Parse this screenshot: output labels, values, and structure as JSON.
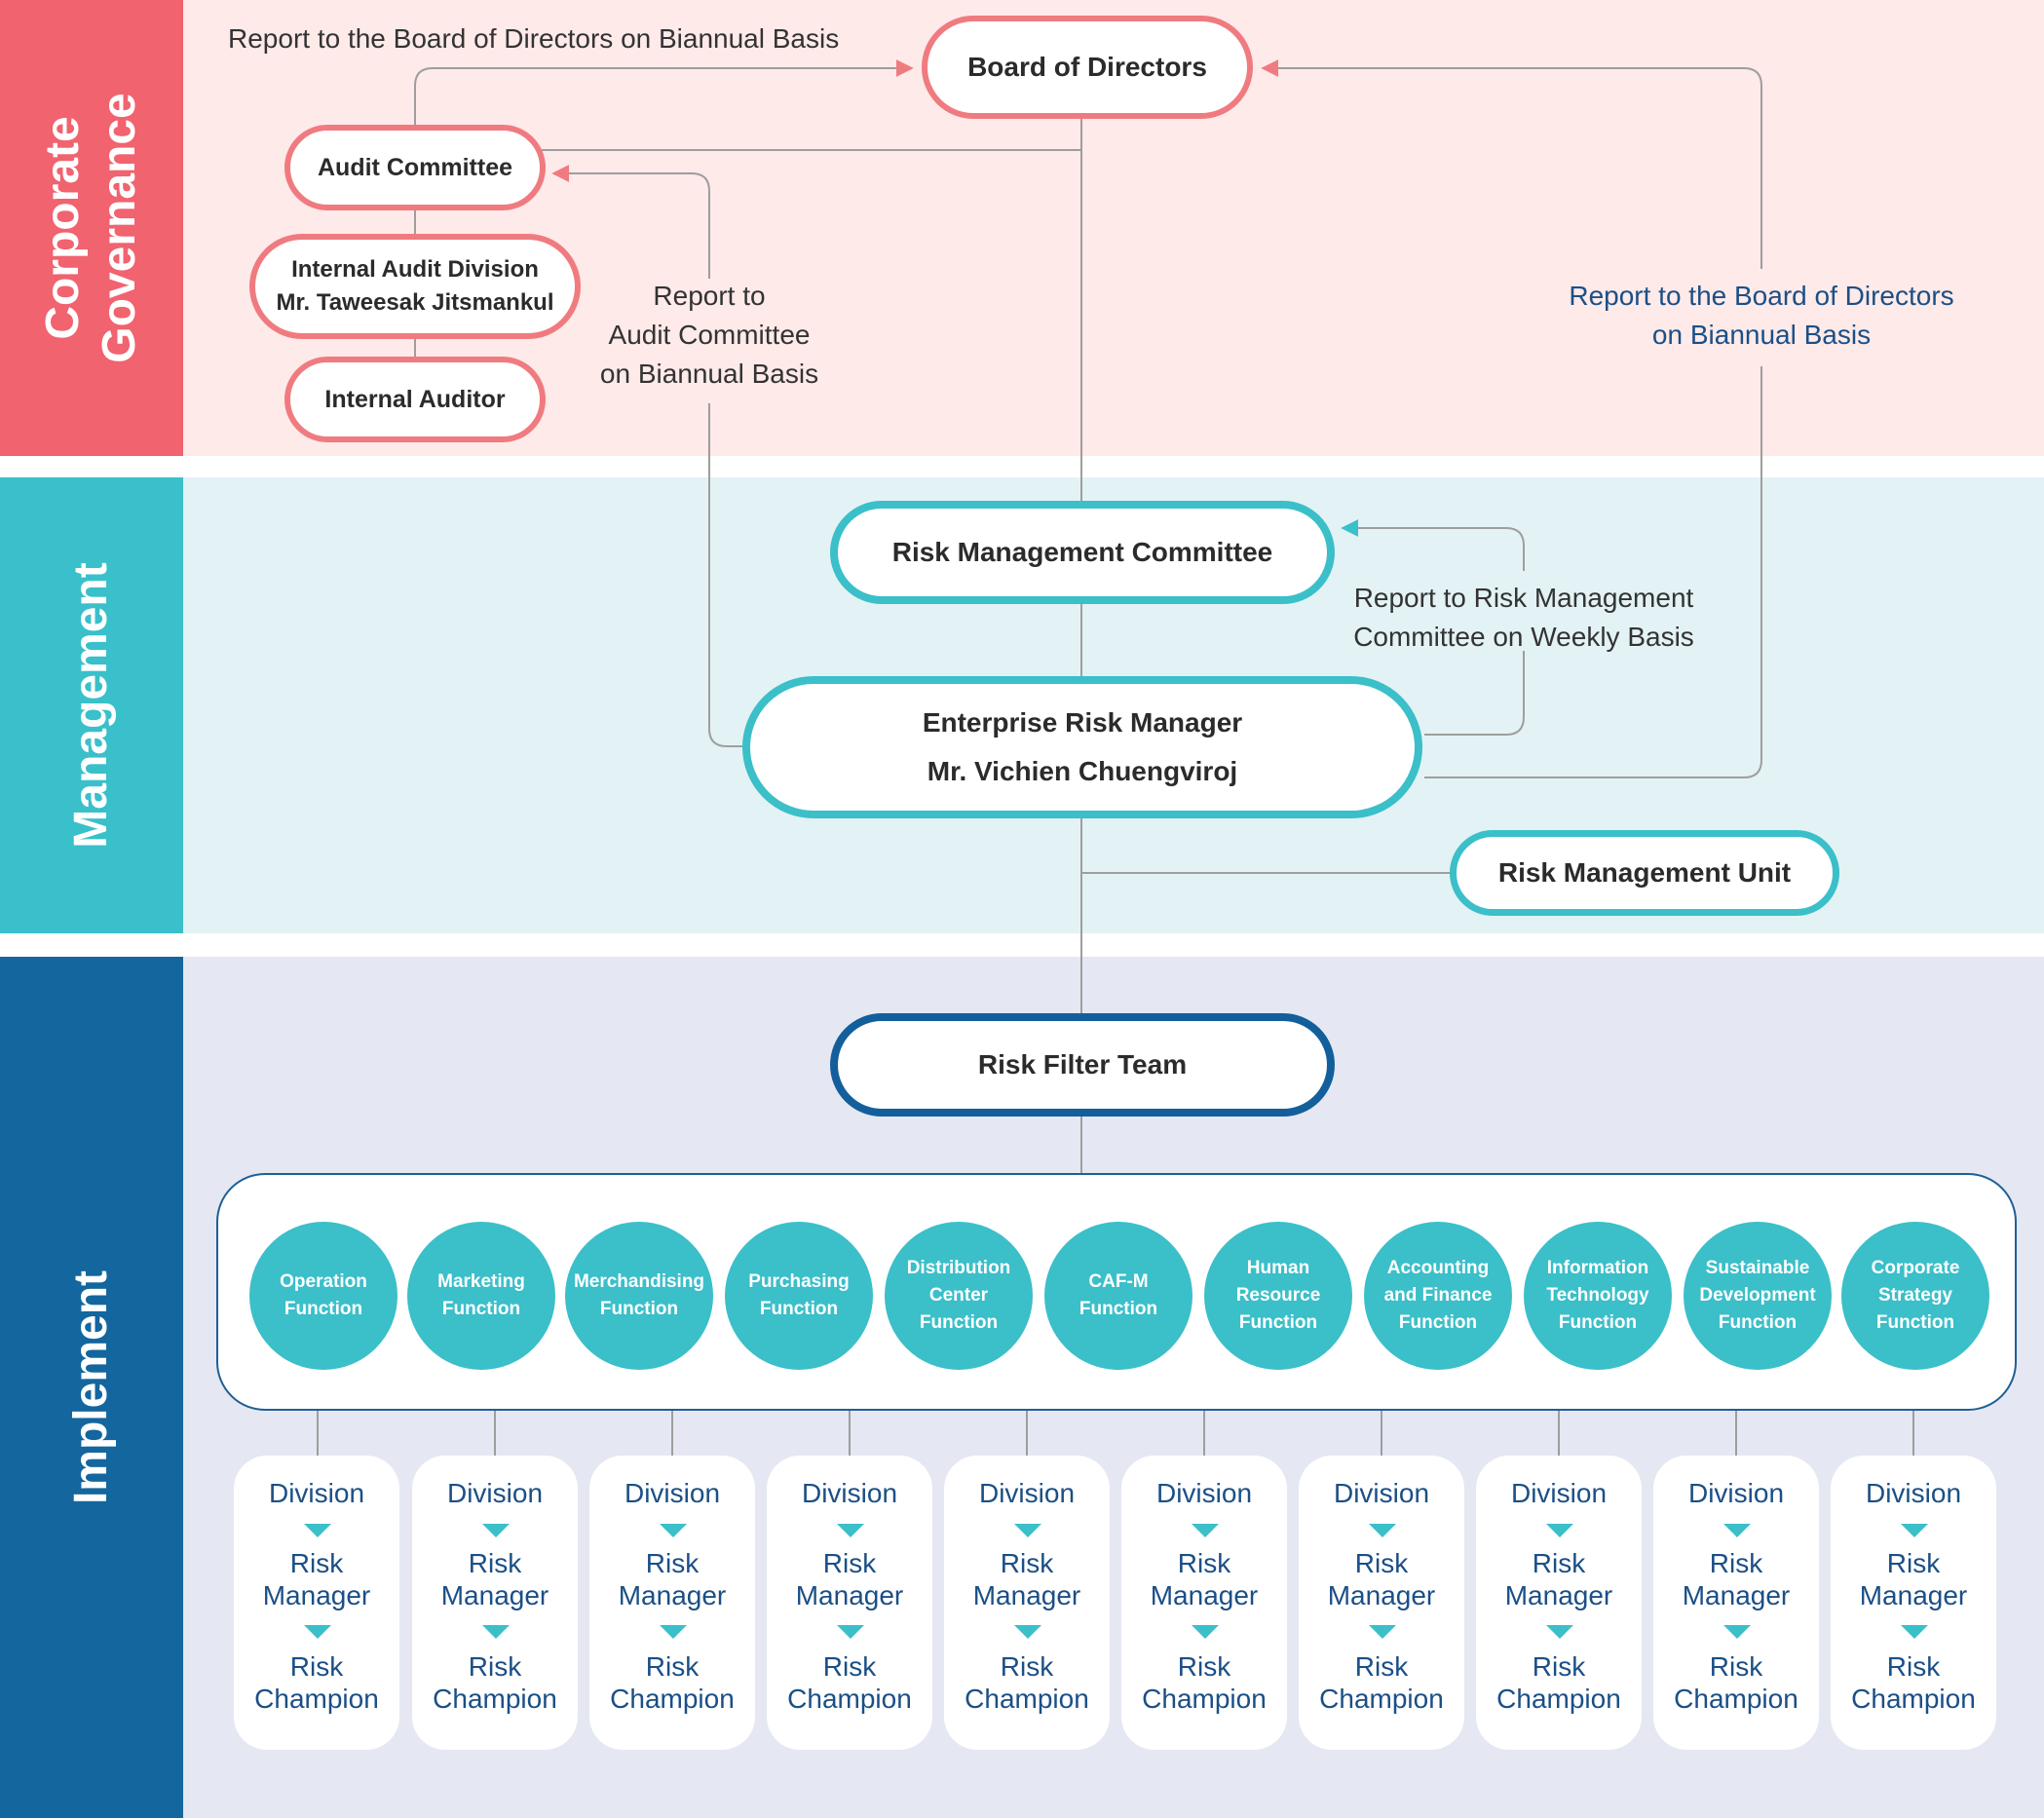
{
  "bands": {
    "governance": {
      "label_lines": [
        "Corporate",
        "Governance"
      ]
    },
    "management": {
      "label": "Management"
    },
    "implement": {
      "label": "Implement"
    }
  },
  "nodes": {
    "board": "Board of Directors",
    "audit_committee": "Audit Committee",
    "internal_audit_division": {
      "line1": "Internal Audit Division",
      "line2": "Mr. Taweesak Jitsmankul"
    },
    "internal_auditor": "Internal Auditor",
    "risk_committee": "Risk Management Committee",
    "enterprise_risk_manager": {
      "line1": "Enterprise Risk Manager",
      "line2": "Mr. Vichien Chuengviroj"
    },
    "risk_unit": "Risk Management Unit",
    "risk_filter_team": "Risk Filter Team"
  },
  "notes": {
    "report_board_top": "Report to the Board of Directors on Biannual Basis",
    "report_audit": [
      "Report to",
      "Audit Committee",
      "on Biannual Basis"
    ],
    "report_board_right": [
      "Report to the Board of Directors",
      "on Biannual Basis"
    ],
    "report_risk_weekly": [
      "Report to Risk Management",
      "Committee on Weekly Basis"
    ]
  },
  "functions": [
    [
      "Operation",
      "Function"
    ],
    [
      "Marketing",
      "Function"
    ],
    [
      "Merchandising",
      "Function"
    ],
    [
      "Purchasing",
      "Function"
    ],
    [
      "Distribution",
      "Center",
      "Function"
    ],
    [
      "CAF-M",
      "Function"
    ],
    [
      "Human",
      "Resource",
      "Function"
    ],
    [
      "Accounting",
      "and Finance",
      "Function"
    ],
    [
      "Information",
      "Technology",
      "Function"
    ],
    [
      "Sustainable",
      "Development",
      "Function"
    ],
    [
      "Corporate",
      "Strategy",
      "Function"
    ]
  ],
  "division_card": {
    "division": "Division",
    "risk_manager": [
      "Risk",
      "Manager"
    ],
    "risk_champion": [
      "Risk",
      "Champion"
    ]
  },
  "colors": {
    "governance_label": "#f0636f",
    "governance_bg": "#fdeae9",
    "management_label": "#39c0ca",
    "management_bg": "#e3f2f5",
    "implement_label": "#13669e",
    "implement_bg": "#e5e8f2",
    "red_border": "#ef7b80",
    "teal": "#3bbfc9",
    "navy": "#135f9b",
    "connector": "#9e9e9e"
  }
}
